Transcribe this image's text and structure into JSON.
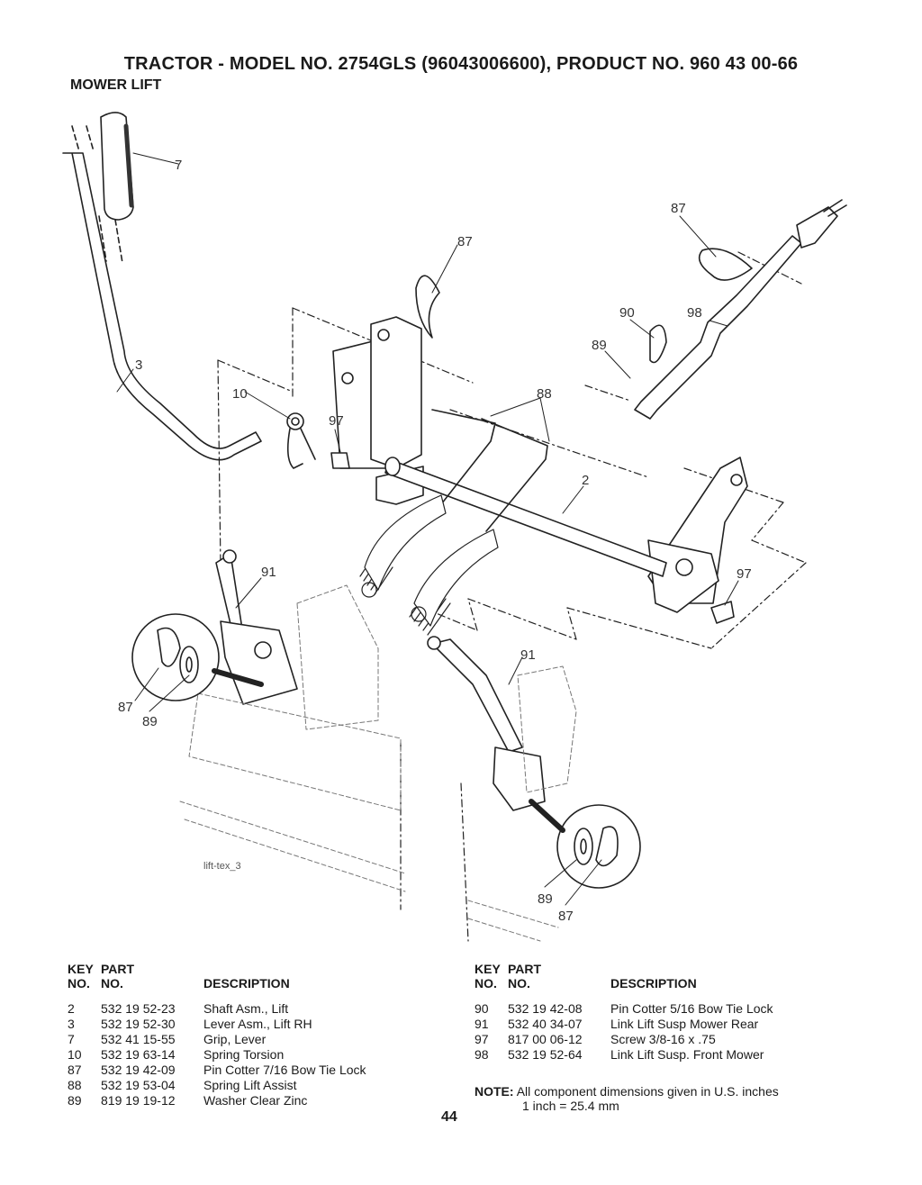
{
  "header": {
    "title": "TRACTOR - MODEL NO. 2754GLS (96043006600), PRODUCT NO. 960 43 00-66",
    "section": "MOWER LIFT"
  },
  "diagram": {
    "caption": "lift-tex_3",
    "callouts": {
      "c7": "7",
      "c87a": "87",
      "c87b": "87",
      "c3": "3",
      "c10": "10",
      "c97a": "97",
      "c90": "90",
      "c98": "98",
      "c89a": "89",
      "c88": "88",
      "c2": "2",
      "c91a": "91",
      "c97b": "97",
      "c87c": "87",
      "c89b": "89",
      "c91b": "91",
      "c89c": "89",
      "c87d": "87"
    }
  },
  "parts_headers": {
    "key_top": "KEY",
    "part_top": "PART",
    "key_bottom": "NO.",
    "part_bottom": "NO.",
    "description": "DESCRIPTION"
  },
  "parts_left": [
    {
      "key": "2",
      "part": "532 19 52-23",
      "description": "Shaft Asm., Lift"
    },
    {
      "key": "3",
      "part": "532 19 52-30",
      "description": "Lever Asm., Lift RH"
    },
    {
      "key": "7",
      "part": "532 41 15-55",
      "description": "Grip, Lever"
    },
    {
      "key": "10",
      "part": "532 19 63-14",
      "description": "Spring Torsion"
    },
    {
      "key": "87",
      "part": "532 19 42-09",
      "description": "Pin Cotter 7/16 Bow Tie Lock"
    },
    {
      "key": "88",
      "part": "532 19 53-04",
      "description": "Spring Lift Assist"
    },
    {
      "key": "89",
      "part": "819 19 19-12",
      "description": "Washer Clear Zinc"
    }
  ],
  "parts_right": [
    {
      "key": "90",
      "part": "532 19 42-08",
      "description": "Pin Cotter 5/16 Bow Tie Lock"
    },
    {
      "key": "91",
      "part": "532 40 34-07",
      "description": "Link Lift Susp Mower Rear"
    },
    {
      "key": "97",
      "part": "817 00 06-12",
      "description": "Screw 3/8-16 x .75"
    },
    {
      "key": "98",
      "part": "532 19 52-64",
      "description": "Link Lift Susp. Front Mower"
    }
  ],
  "note": {
    "label": "NOTE:",
    "line1": "All component dimensions given in U.S. inches",
    "line2": "1 inch = 25.4 mm"
  },
  "page_number": "44"
}
